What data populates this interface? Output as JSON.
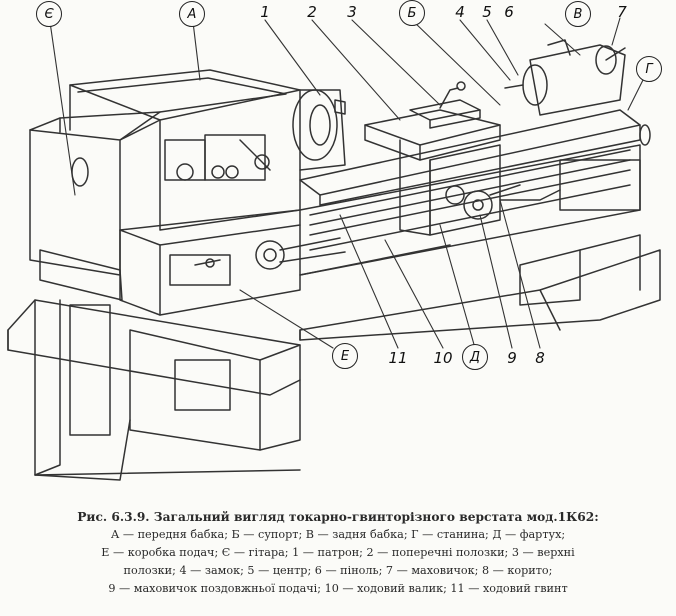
{
  "figure": {
    "labels": {
      "ye": "Є",
      "a": "А",
      "n1": "1",
      "n2": "2",
      "n3": "3",
      "b": "Б",
      "n4": "4",
      "n5": "5",
      "n6": "6",
      "v": "В",
      "n7": "7",
      "g": "Г",
      "e": "Е",
      "n11": "11",
      "n10": "10",
      "d": "Д",
      "n9": "9",
      "n8": "8"
    }
  },
  "caption": {
    "title": "Рис. 6.3.9. Загальний вигляд токарно-гвинторізного верстата мод.1К62:",
    "lines": [
      "А — передня бабка; Б — супорт; В — задня бабка; Г — станина; Д — фартух;",
      "Е — коробка подач; Є — гітара; 1 — патрон; 2 — поперечні полозки; 3 — верхні",
      "полозки; 4 — замок; 5 — центр; 6 — піноль; 7 — маховичок; 8 — корито;",
      "9 — маховичок поздовжньої подачі; 10 — ходовий валик; 11 — ходовий гвинт"
    ]
  }
}
